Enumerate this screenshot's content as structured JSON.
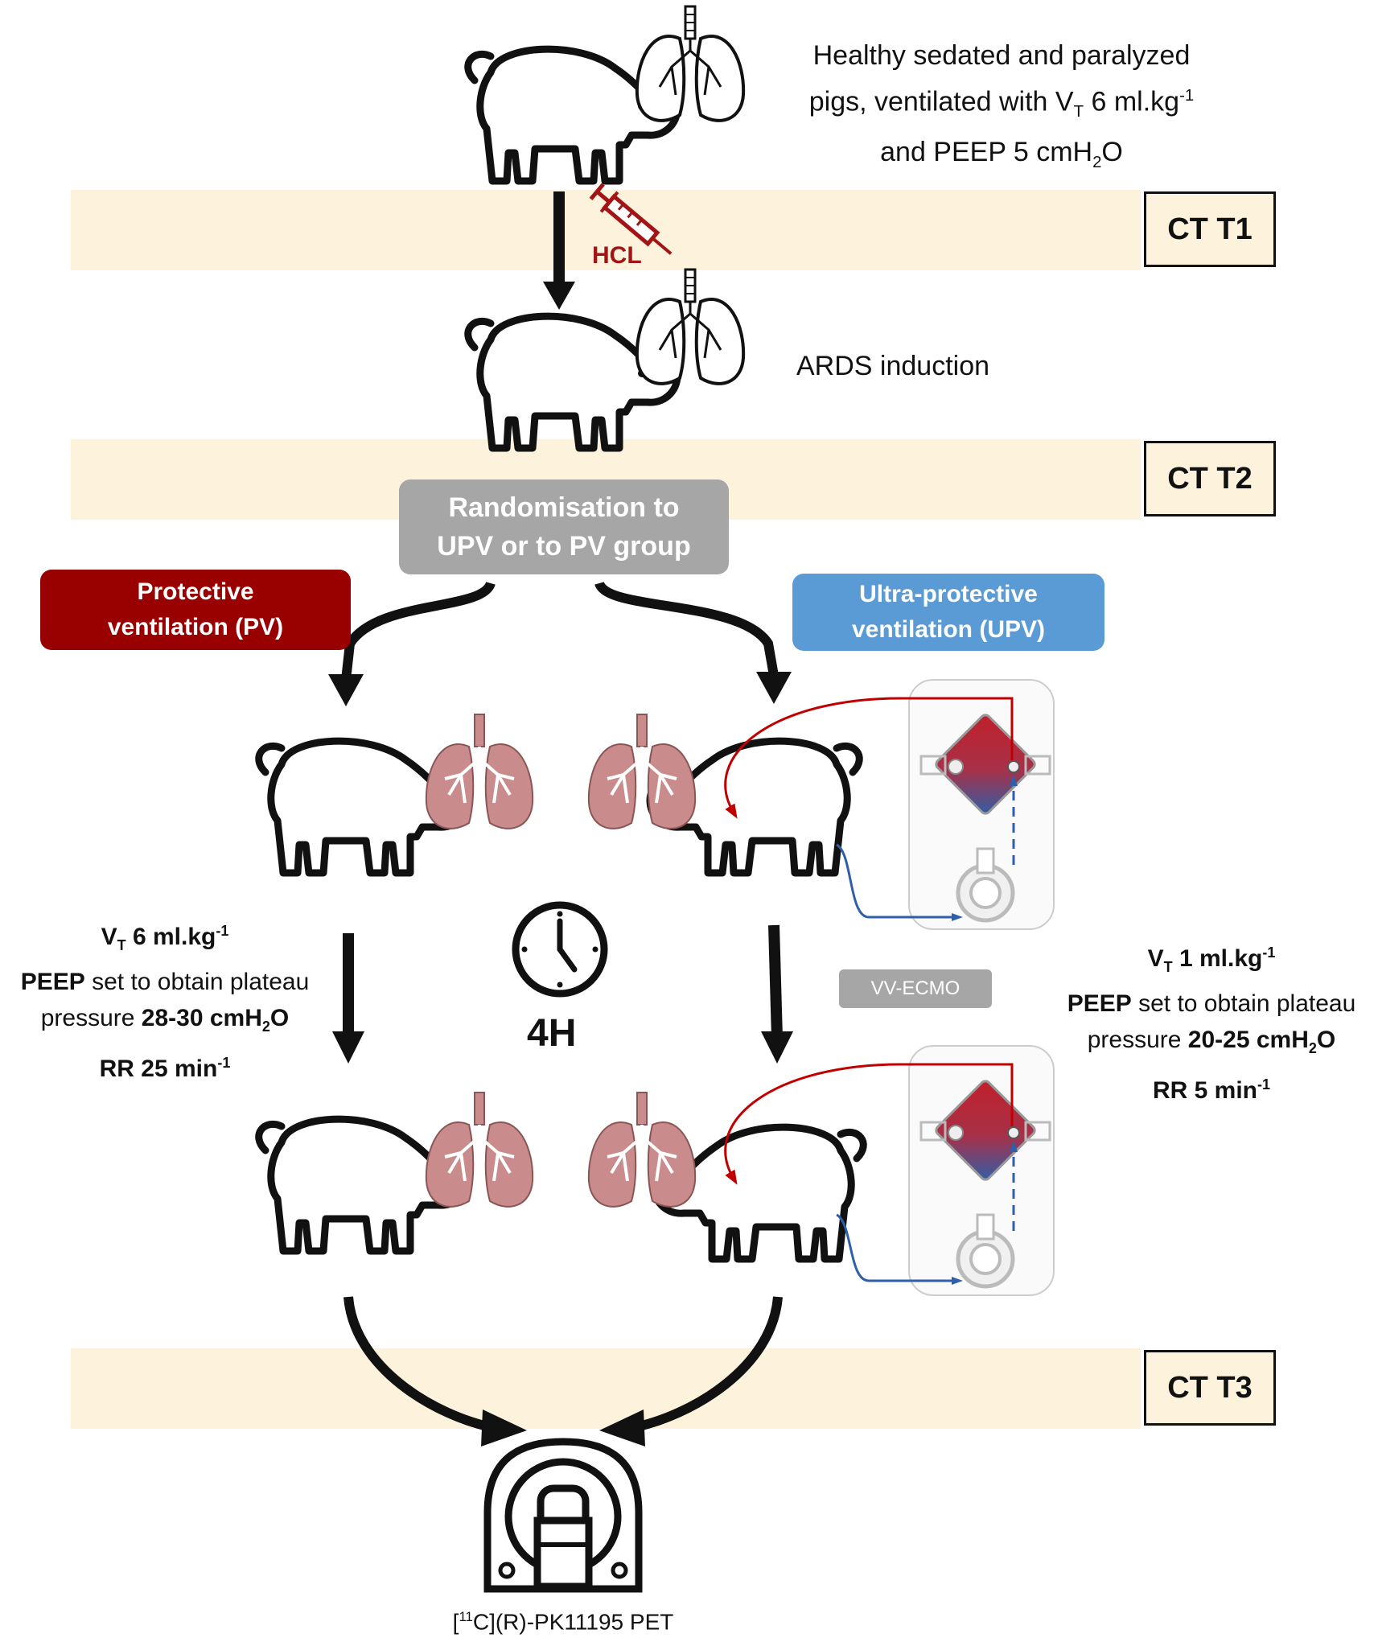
{
  "top_text": {
    "line1": "Healthy sedated and paralyzed",
    "line2_pre": "pigs, ventilated with V",
    "line2_sub": "T",
    "line2_post": " 6 ml.kg",
    "line2_sup": "-1",
    "line3_pre": "and PEEP 5 cmH",
    "line3_sub": "2",
    "line3_post": "O"
  },
  "ct_t1": {
    "ct": "CT ",
    "t": "T1"
  },
  "ct_t2": {
    "ct": "CT ",
    "t": "T2"
  },
  "ct_t3": {
    "ct": "CT ",
    "t": "T3"
  },
  "hcl_label": "HCL",
  "ards_label": "ARDS induction",
  "randomisation": {
    "line1": "Randomisation to",
    "line2": "UPV or to PV group"
  },
  "pv_box": {
    "line1": "Protective",
    "line2": "ventilation (PV)"
  },
  "upv_box": {
    "line1": "Ultra-protective",
    "line2": "ventilation (UPV)"
  },
  "pv_params": {
    "vt": "V",
    "vt_sub": "T",
    "vt_val": " 6 ml.kg",
    "vt_sup": "-1",
    "peep": "PEEP",
    "peep_rest": " set to obtain plateau",
    "pressure": "pressure ",
    "pressure_val": "28-30 cmH",
    "pressure_sub": "2",
    "pressure_end": "O",
    "rr": "RR 25 min",
    "rr_sup": "-1"
  },
  "upv_params": {
    "vt": "V",
    "vt_sub": "T",
    "vt_val": " 1 ml.kg",
    "vt_sup": "-1",
    "peep": "PEEP",
    "peep_rest": " set to obtain plateau",
    "pressure": "pressure ",
    "pressure_val": "20-25 cmH",
    "pressure_sub": "2",
    "pressure_end": "O",
    "rr": "RR 5 min",
    "rr_sup": "-1"
  },
  "duration_label": "4H",
  "ecmo_label": "VV-ECMO",
  "pet_label": {
    "sup": "11",
    "pre": "[",
    "post": "C](R)-PK11195 PET"
  },
  "colors": {
    "band": "#fdf3dc",
    "pv": "#990000",
    "upv": "#5b9bd5",
    "gray": "#a6a6a6",
    "lung_pink": "#c98b8b"
  },
  "icons": [
    "pig-icon",
    "lungs-icon",
    "syringe-icon",
    "clock-icon",
    "ecmo-circuit-icon",
    "pet-scanner-icon",
    "arrow-icon"
  ]
}
